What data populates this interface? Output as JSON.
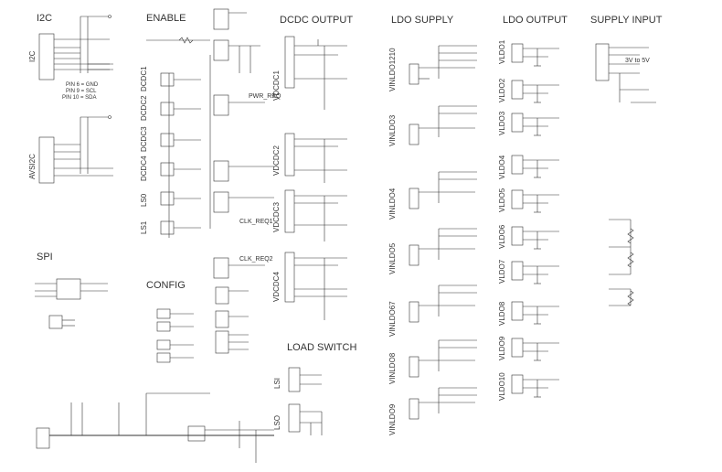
{
  "sections": {
    "i2c": "I2C",
    "enable": "ENABLE",
    "dcdc_output": "DCDC OUTPUT",
    "ldo_supply": "LDO SUPPLY",
    "ldo_output": "LDO OUTPUT",
    "supply_input": "SUPPLY INPUT",
    "spi": "SPI",
    "config": "CONFIG",
    "load_switch": "LOAD SWITCH"
  },
  "i2c_notes": [
    "PIN 6 = GND",
    "PIN 9 = SCL",
    "PIN 10 = SDA"
  ],
  "connector_labels": {
    "i2c": "I2C",
    "avs_i2c": "AVSI2C"
  },
  "enable_labels": [
    "DCDC1",
    "DCDC2",
    "DCDC3",
    "DCDC4",
    "LS0",
    "LS1"
  ],
  "mid_labels": {
    "pwr_req": "PWR_REQ",
    "clk_req1": "CLK_REQ1",
    "clk_req2": "CLK_REQ2"
  },
  "dcdc_labels": [
    "VDCDC1",
    "VDCDC2",
    "VDCDC3",
    "VDCDC4"
  ],
  "ldo_supply_labels": [
    "VINLDO1210",
    "VINLDO3",
    "VINLDO4",
    "VINLDO5",
    "VINLDO67",
    "VINLDO8",
    "VINLDO9"
  ],
  "ldo_output_labels": [
    "VLDO1",
    "VLDO2",
    "VLDO3",
    "VLDO4",
    "VLDO5",
    "VLDO6",
    "VLDO7",
    "VLDO8",
    "VLDO9",
    "VLDO10"
  ],
  "supply_range": "3V to 5V",
  "load_switch_labels": [
    "LSI",
    "LSO"
  ]
}
